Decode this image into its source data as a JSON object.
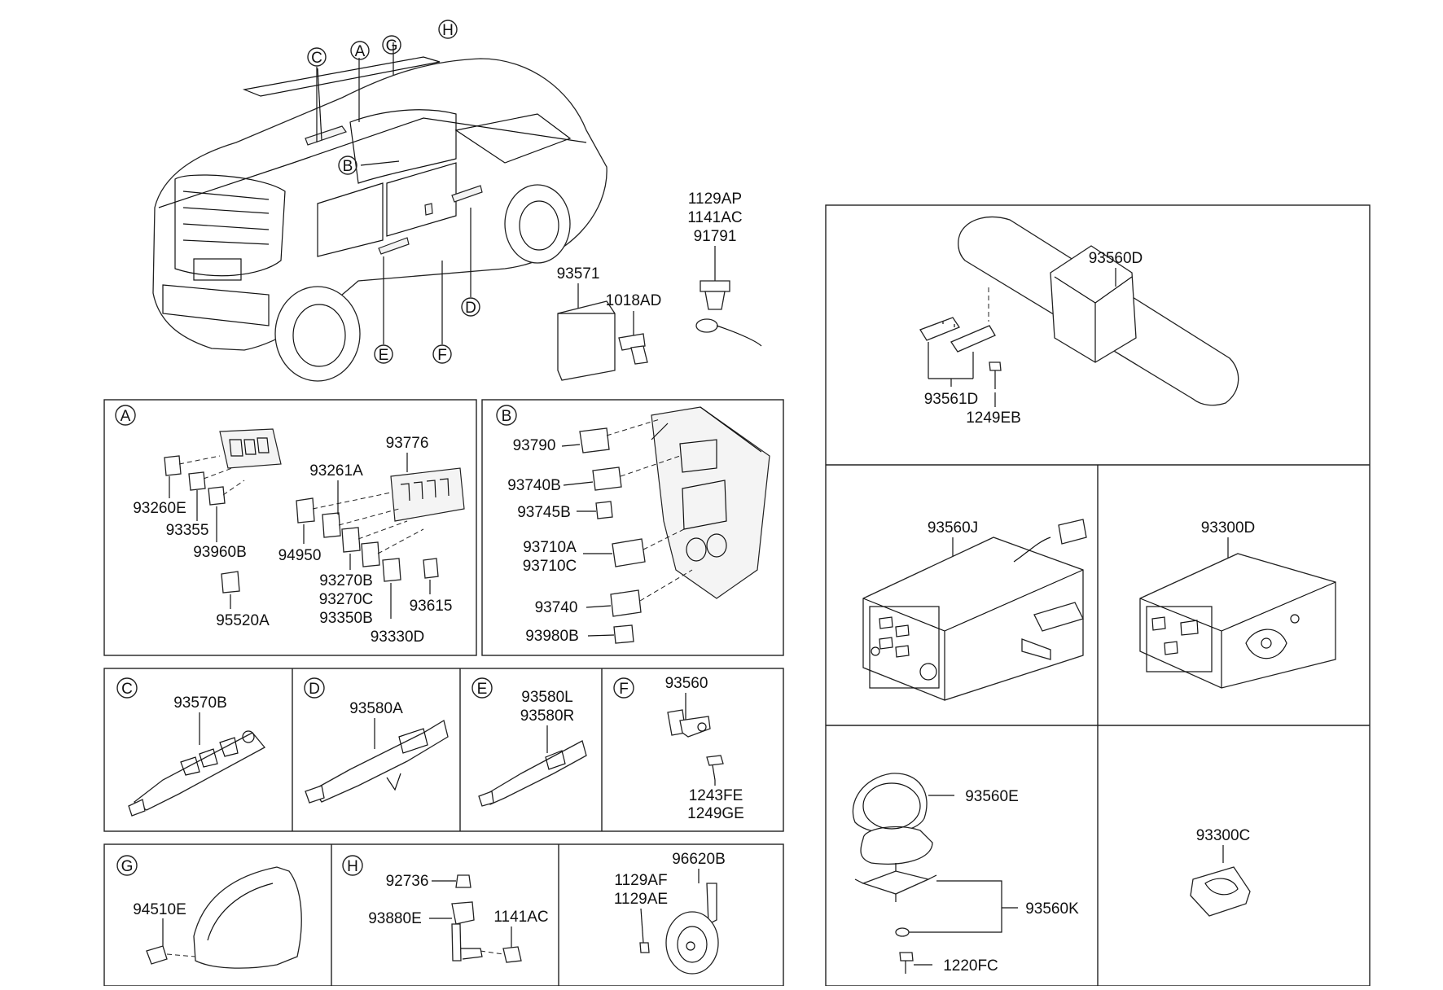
{
  "overview": {
    "callouts": [
      "C",
      "A",
      "G",
      "H",
      "B",
      "D",
      "E",
      "F"
    ]
  },
  "parts": {
    "p1129AP": "1129AP",
    "p1141AC_top": "1141AC",
    "p91791": "91791",
    "p93571": "93571",
    "p1018AD": "1018AD"
  },
  "sectionA": {
    "letter": "A",
    "labels": [
      "93776",
      "93261A",
      "93260E",
      "93355",
      "93960B",
      "94950",
      "93270B",
      "93270C",
      "93350B",
      "93615",
      "93330D",
      "95520A"
    ]
  },
  "sectionB": {
    "letter": "B",
    "labels": [
      "93790",
      "93740B",
      "93745B",
      "93710A",
      "93710C",
      "93740",
      "93980B"
    ]
  },
  "sectionC": {
    "letter": "C",
    "labels": [
      "93570B"
    ]
  },
  "sectionD": {
    "letter": "D",
    "labels": [
      "93580A"
    ]
  },
  "sectionE": {
    "letter": "E",
    "labels": [
      "93580L",
      "93580R"
    ]
  },
  "sectionF": {
    "letter": "F",
    "labels": [
      "93560",
      "1243FE",
      "1249GE"
    ]
  },
  "sectionG": {
    "letter": "G",
    "labels": [
      "94510E"
    ]
  },
  "sectionH": {
    "letter": "H",
    "labels": [
      "92736",
      "93880E",
      "1141AC"
    ]
  },
  "sectionHorn": {
    "labels": [
      "96620B",
      "1129AF",
      "1129AE"
    ]
  },
  "right": {
    "top": [
      "93560D",
      "93561D",
      "1249EB"
    ],
    "midLeft": [
      "93560J"
    ],
    "midRight": [
      "93300D"
    ],
    "botLeft": [
      "93560E",
      "93560K",
      "1220FC"
    ],
    "botRight": [
      "93300C"
    ]
  }
}
